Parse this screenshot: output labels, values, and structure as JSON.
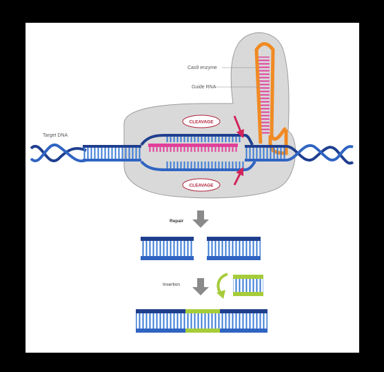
{
  "labels": {
    "cas9": "Cas9 enzyme",
    "guide_rna": "Guide RNA",
    "target_dna": "Target DNA",
    "cleavage_top": "CLEAVAGE",
    "cleavage_bottom": "CLEAVAGE",
    "repair": "Repair",
    "insertion": "Insertion"
  },
  "colors": {
    "dna_blue": "#1f3f8f",
    "dna_light": "#3a7bd5",
    "guide_pink": "#e0409a",
    "rna_orange": "#f08a24",
    "enzyme_gray": "#d9d9d9",
    "insert_green": "#a6cc3a",
    "arrow_gray": "#8a8a8a",
    "cleavage_red": "#b0213a"
  }
}
